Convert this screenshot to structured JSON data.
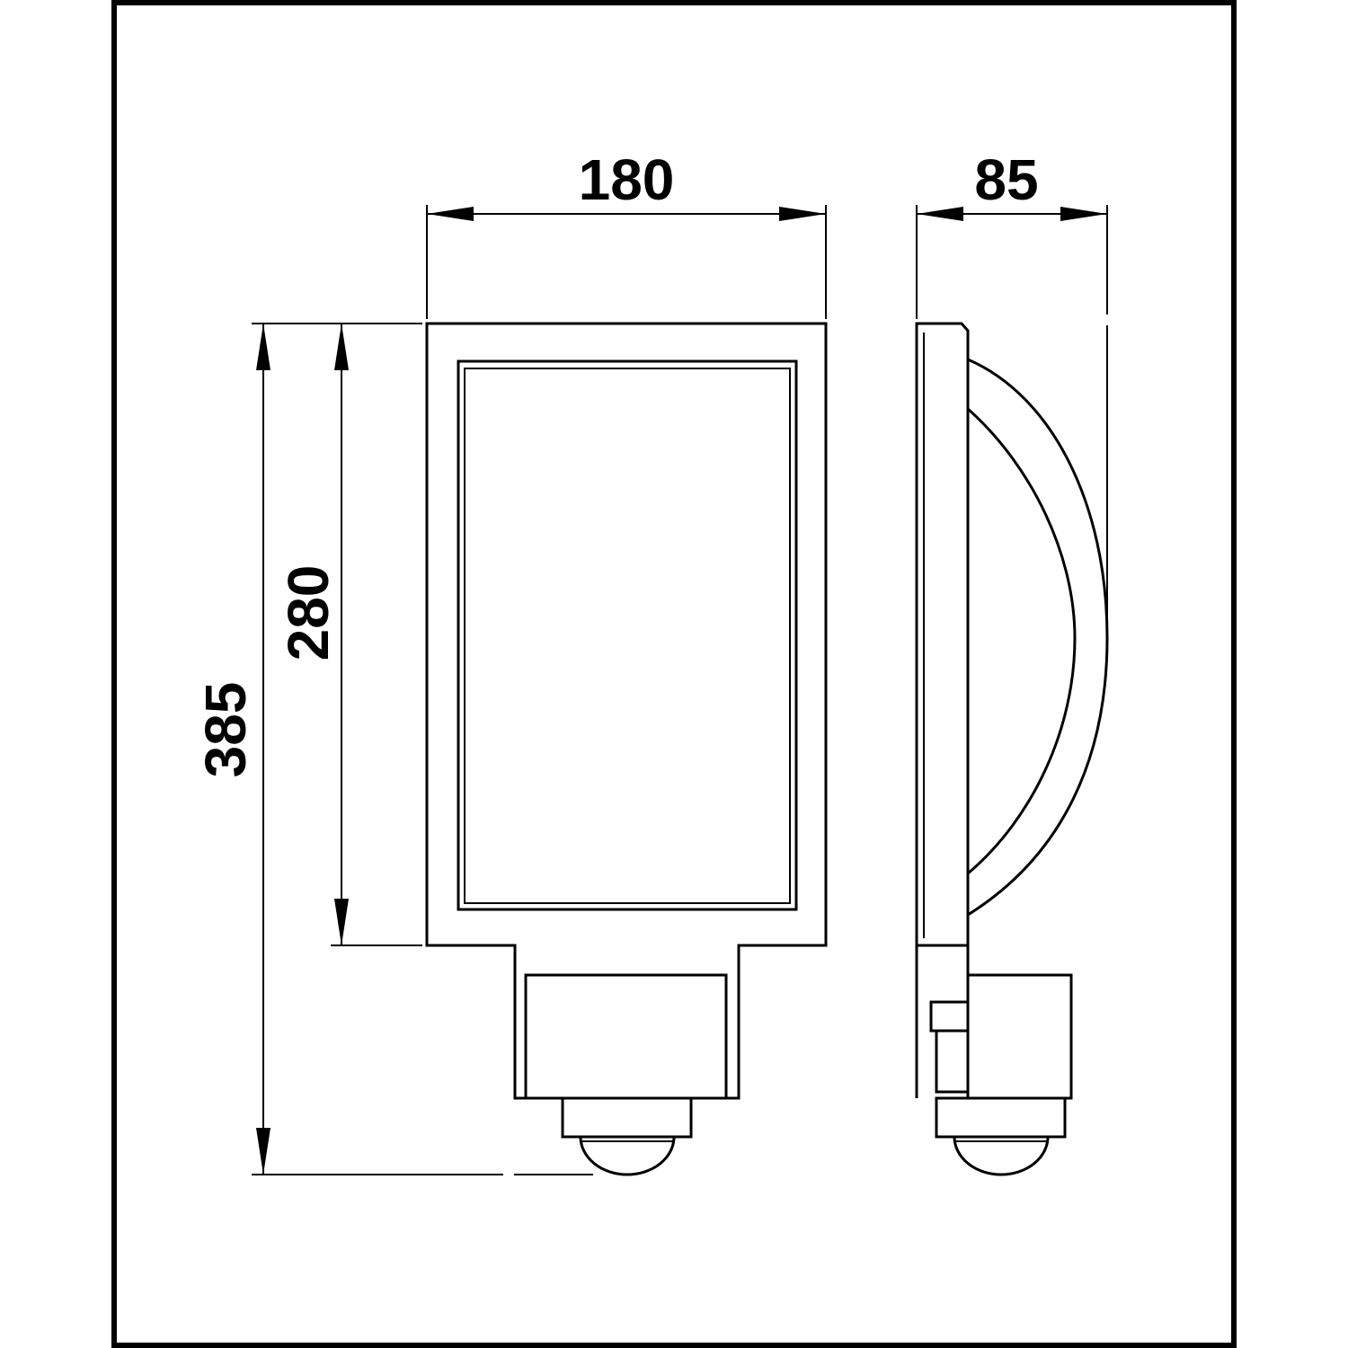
{
  "dimensions": {
    "width": "180",
    "depth": "85",
    "height_total": "385",
    "height_body": "280"
  }
}
